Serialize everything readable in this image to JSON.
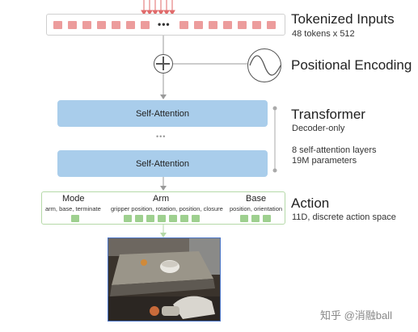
{
  "tokenized_inputs": {
    "title": "Tokenized Inputs",
    "subtitle": "48 tokens x 512",
    "ellipsis": "•••"
  },
  "positional_encoding": {
    "title": "Positional Encoding"
  },
  "transformer": {
    "title": "Transformer",
    "subtitle": "Decoder-only",
    "detail_line1": "8 self-attention layers",
    "detail_line2": "19M parameters",
    "layer_label_top": "Self-Attention",
    "layer_label_bottom": "Self-Attention",
    "ellipsis": "•••"
  },
  "action": {
    "title": "Action",
    "subtitle": "11D, discrete action space",
    "groups": [
      {
        "title": "Mode",
        "sub": "arm, base, terminate",
        "count": 1
      },
      {
        "title": "Arm",
        "sub": "gripper position, rotation, position, closure",
        "count": 7
      },
      {
        "title": "Base",
        "sub": "position, orientation",
        "count": 3
      }
    ]
  },
  "watermark": "知乎 @消融ball",
  "colors": {
    "token": "#ec9c9c",
    "attention": "#a9cdeb",
    "action_square": "#9ed08f",
    "action_border": "#b5d9a8",
    "input_arrow": "#e06a6a",
    "scene_border": "#4a74c6"
  }
}
